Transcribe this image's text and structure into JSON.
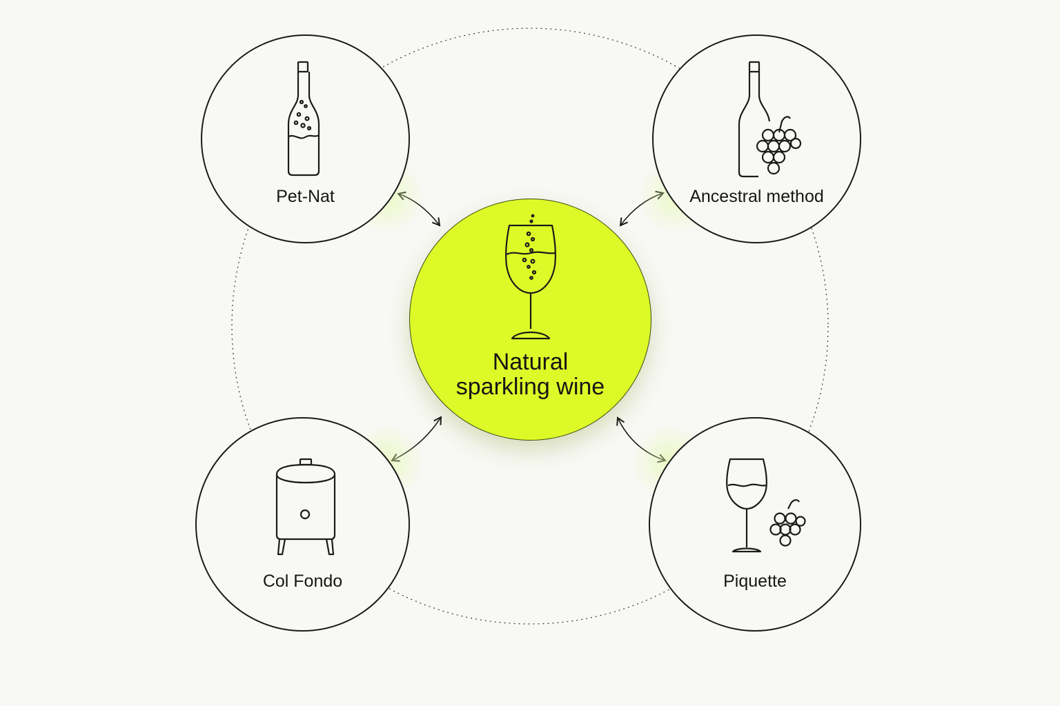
{
  "center": {
    "label_line1": "Natural",
    "label_line2": "sparkling wine",
    "icon": "sparkling-wine-glass-icon",
    "fill_color": "#ddfa28"
  },
  "satellites": [
    {
      "id": "pet-nat",
      "label": "Pet-Nat",
      "icon": "sparkling-bottle-icon"
    },
    {
      "id": "ancestral-method",
      "label": "Ancestral method",
      "icon": "bottle-with-grapes-icon"
    },
    {
      "id": "col-fondo",
      "label": "Col Fondo",
      "icon": "fermentation-tank-icon"
    },
    {
      "id": "piquette",
      "label": "Piquette",
      "icon": "wine-glass-with-grapes-icon"
    }
  ],
  "connector": "bidirectional-arrow"
}
